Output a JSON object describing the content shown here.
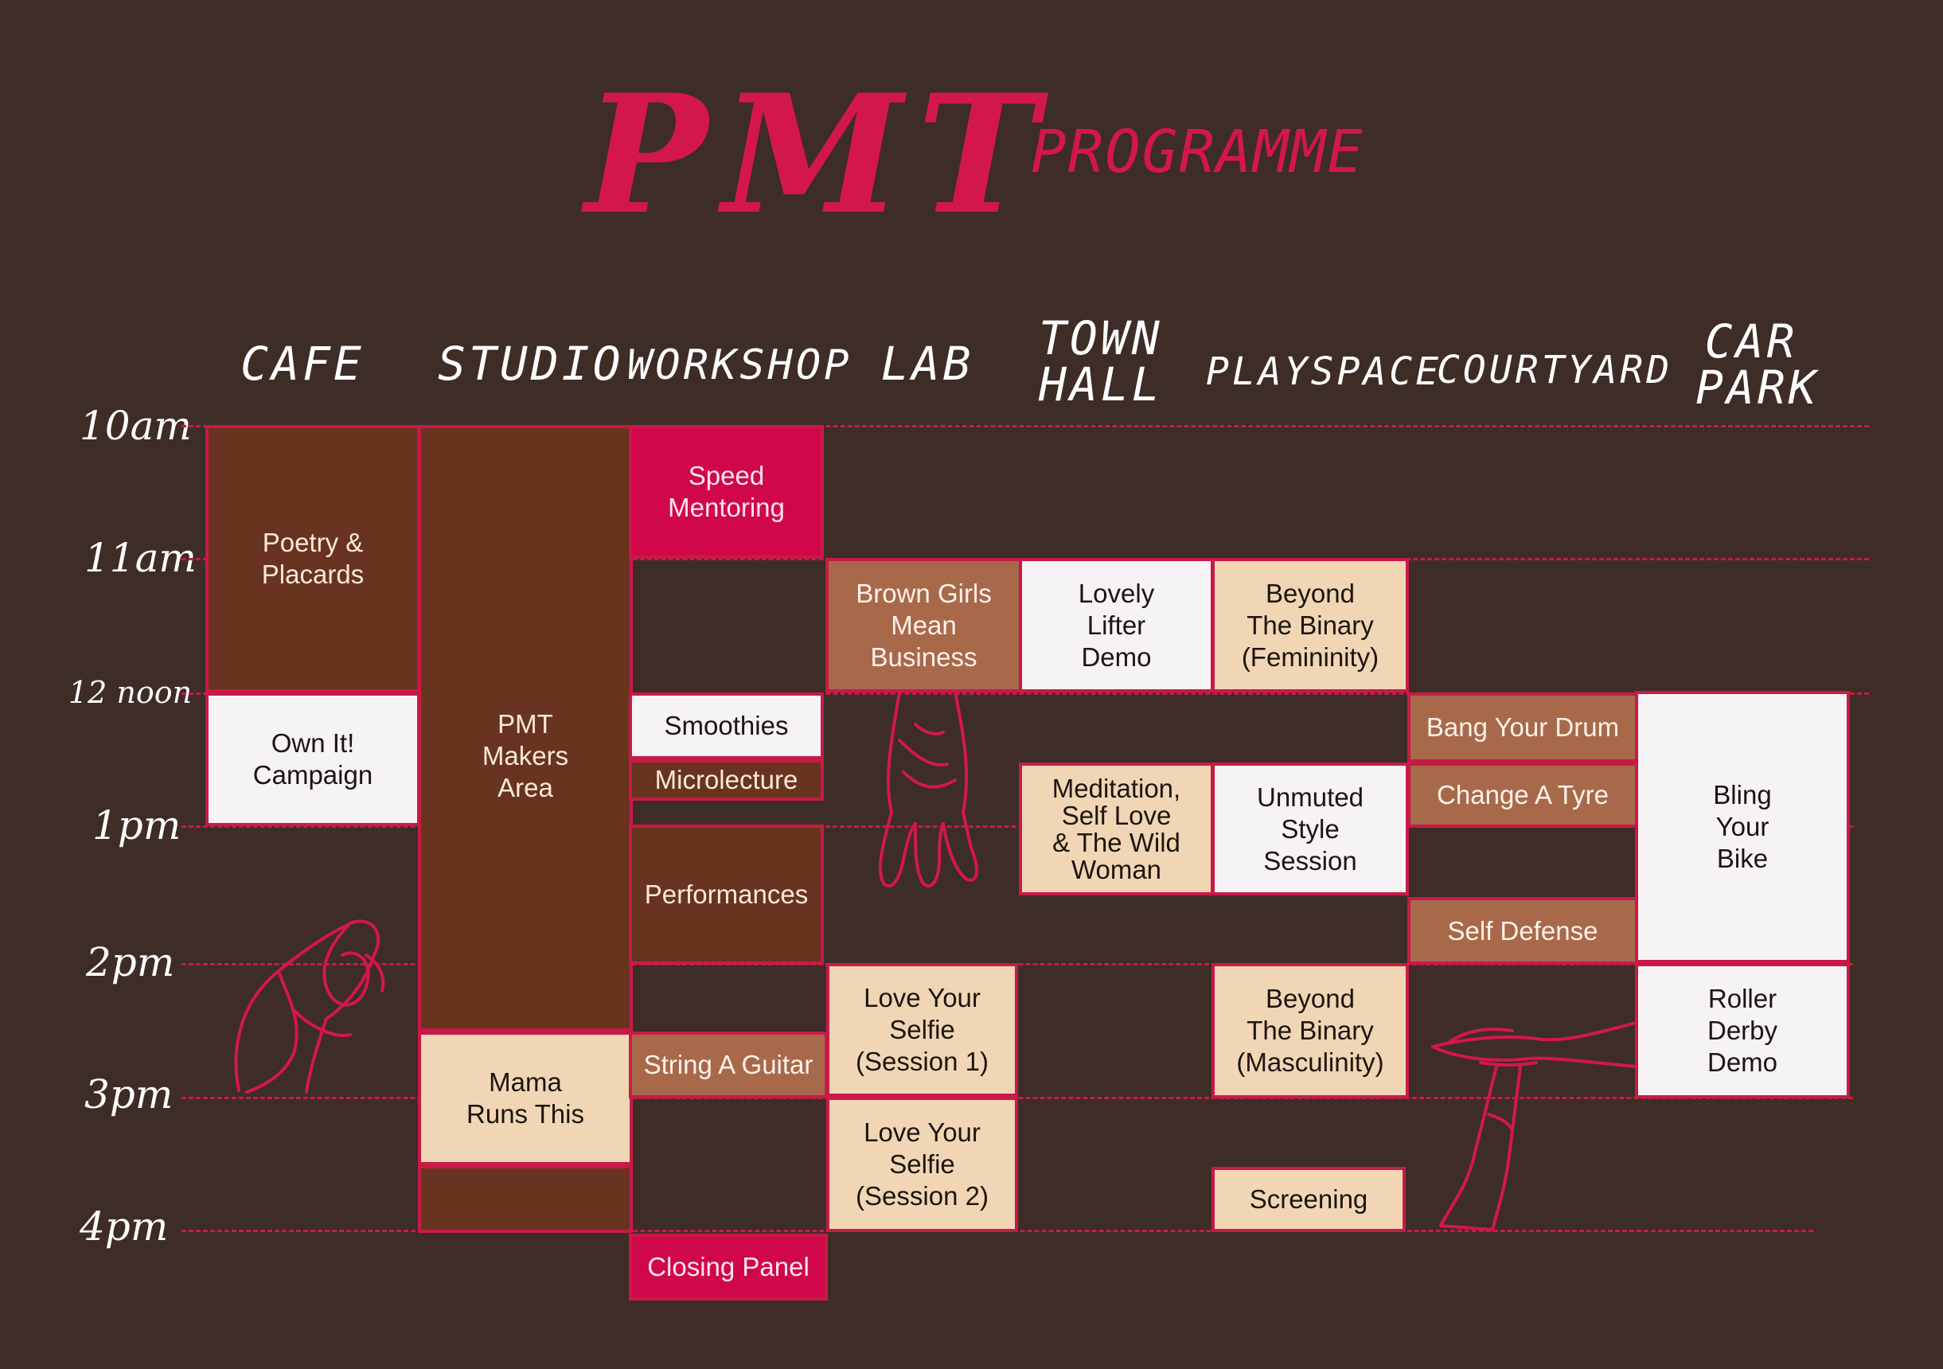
{
  "title": {
    "main": "PMT",
    "sub": "PROGRAMME"
  },
  "columns": {
    "cafe": "CAFE",
    "studio": "STUDIO",
    "workshop": "WORKSHOP",
    "lab": "LAB",
    "town_hall": "TOWN\nHALL",
    "playspace": "PLAYSPACE",
    "courtyard": "COURTYARD",
    "car_park": "CAR\nPARK"
  },
  "times": {
    "t10": "10am",
    "t11": "11am",
    "t12": "12 noon",
    "t13": "1pm",
    "t14": "2pm",
    "t15": "3pm",
    "t16": "4pm"
  },
  "events": {
    "poetry_placards": "Poetry &\nPlacards",
    "own_it": "Own It!\nCampaign",
    "pmt_makers_area": "PMT\nMakers\nArea",
    "mama_runs_this": "Mama\nRuns This",
    "speed_mentoring": "Speed\nMentoring",
    "smoothies": "Smoothies",
    "microlecture": "Microlecture",
    "performances": "Performances",
    "string_a_guitar": "String A Guitar",
    "closing_panel": "Closing Panel",
    "brown_girls": "Brown Girls\nMean\nBusiness",
    "love_your_selfie_1": "Love Your\nSelfie\n(Session 1)",
    "love_your_selfie_2": "Love Your\nSelfie\n(Session 2)",
    "lovely_lifter": "Lovely\nLifter\nDemo",
    "meditation": "Meditation,\nSelf Love\n& The Wild\nWoman",
    "beyond_binary_fem": "Beyond\nThe Binary\n(Femininity)",
    "unmuted_style": "Unmuted\nStyle\nSession",
    "beyond_binary_masc": "Beyond\nThe Binary\n(Masculinity)",
    "screening": "Screening",
    "bang_your_drum": "Bang Your Drum",
    "change_a_tyre": "Change A Tyre",
    "self_defense": "Self Defense",
    "bling_your_bike": "Bling\nYour\nBike",
    "roller_derby": "Roller\nDerby\nDemo"
  },
  "colors": {
    "background": "#3e2c27",
    "accent": "#d3174b",
    "brown": "#68341f",
    "white": "#f5f3f5",
    "red": "#d0084a",
    "terracotta": "#a8694b",
    "beige": "#f0d6b4"
  },
  "illustrations": [
    "ok-hand-sketch",
    "fingers-walking-sketch",
    "time-out-hands-sketch"
  ]
}
